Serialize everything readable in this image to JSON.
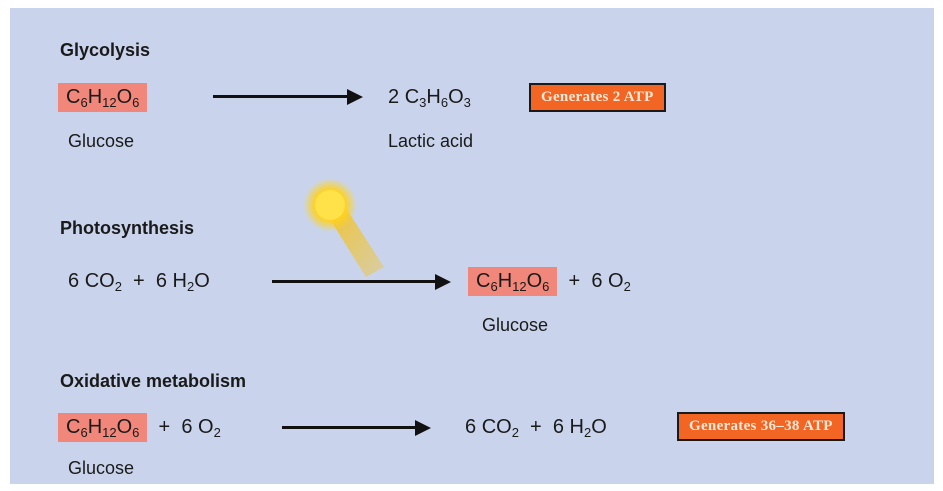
{
  "glycolysis": {
    "title": "Glycolysis",
    "reactant": {
      "c": "C",
      "c_n": "6",
      "h": "H",
      "h_n": "12",
      "o": "O",
      "o_n": "6"
    },
    "reactant_label": "Glucose",
    "product": {
      "coef": "2 ",
      "c": "C",
      "c_n": "3",
      "h": "H",
      "h_n": "6",
      "o": "O",
      "o_n": "3"
    },
    "product_label": "Lactic acid",
    "badge": "Generates 2 ATP"
  },
  "photosynthesis": {
    "title": "Photosynthesis",
    "co2": {
      "coef": "6 ",
      "c": "CO",
      "n": "2"
    },
    "plus1": "+",
    "h2o": {
      "coef": "6 ",
      "h": "H",
      "h_n": "2",
      "o": "O"
    },
    "product": {
      "c": "C",
      "c_n": "6",
      "h": "H",
      "h_n": "12",
      "o": "O",
      "o_n": "6"
    },
    "plus2": "+",
    "o2": {
      "coef": "6 ",
      "o": "O",
      "n": "2"
    },
    "product_label": "Glucose"
  },
  "oxidative": {
    "title": "Oxidative metabolism",
    "reactant": {
      "c": "C",
      "c_n": "6",
      "h": "H",
      "h_n": "12",
      "o": "O",
      "o_n": "6"
    },
    "plus1": "+",
    "o2": {
      "coef": "6 ",
      "o": "O",
      "n": "2"
    },
    "reactant_label": "Glucose",
    "co2": {
      "coef": "6 ",
      "c": "CO",
      "n": "2"
    },
    "plus2": "+",
    "h2o": {
      "coef": "6 ",
      "h": "H",
      "h_n": "2",
      "o": "O"
    },
    "badge": "Generates 36–38 ATP"
  },
  "icons": {
    "sun": "sun-icon"
  },
  "colors": {
    "background": "#c9d4ec",
    "highlight": "#f0877a",
    "badge": "#f26522",
    "sun": "#ffd21f"
  }
}
